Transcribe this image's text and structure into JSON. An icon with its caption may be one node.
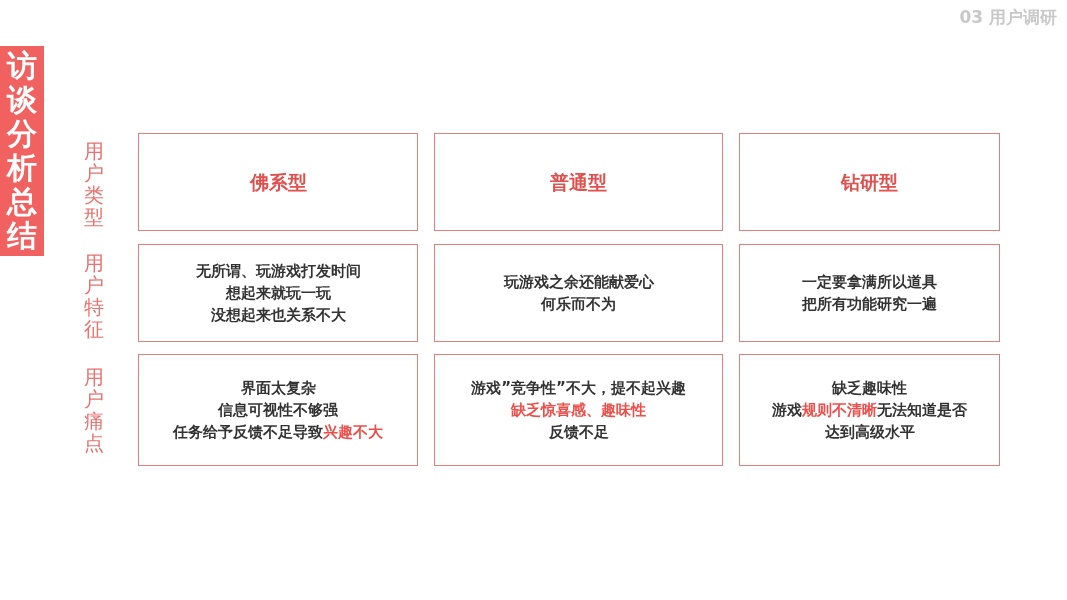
{
  "diagram": {
    "title": "访谈分析总结",
    "nodes": [
      {
        "text": [
          "佛系型"
        ]
      },
      {
        "text": [
          "普通型"
        ]
      },
      {
        "text": [
          "钻研型"
        ]
      },
      {
        "text": [
          "无所谓、玩游戏打发时间",
          "想起来就玩一玩",
          "没想起来也关系不大"
        ]
      },
      {
        "text": [
          "玩游戏之余还能献爱心",
          "何乐而不为"
        ]
      },
      {
        "text": [
          "一定要拿满所以道具",
          "把所有功能研究一遍"
        ]
      },
      {
        "text": [
          "界面太复杂",
          "信息可视性不够强",
          "任务给予反馈不足导致**兴趣不大**"
        ]
      },
      {
        "text": [
          "游戏”竞争性”不大，提不起兴趣",
          "**缺乏惊喜感、趣味性**",
          "反馈不足"
        ]
      },
      {
        "text": [
          "缺乏趣味性",
          "游戏**规则不清晰**无法知道是否达到高级水平"
        ]
      }
    ],
    "labels": [
      "03 用户调研",
      "用户类型",
      "用户特征",
      "用户痛点"
    ]
  }
}
